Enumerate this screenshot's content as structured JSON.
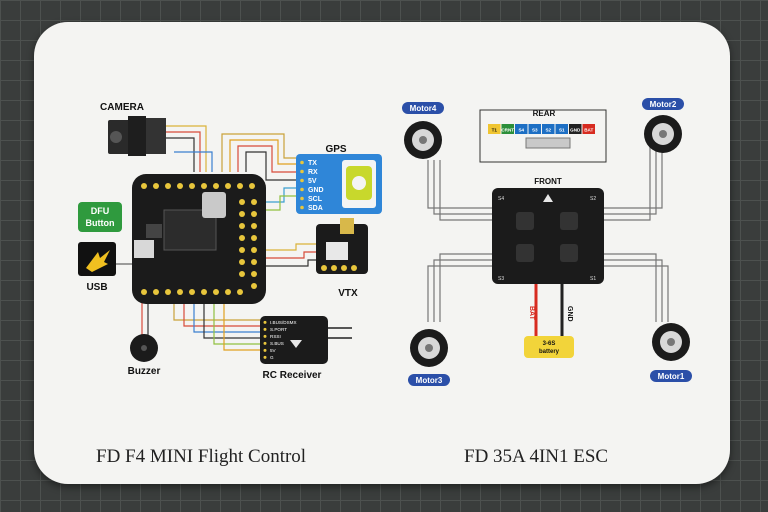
{
  "flight_controller": {
    "caption": "FD F4 MINI Flight Control",
    "camera_label": "CAMERA",
    "gps_label": "GPS",
    "gps_pins": [
      "TX",
      "RX",
      "5V",
      "GND",
      "SCL",
      "SDA"
    ],
    "dfu_button_label_line1": "DFU",
    "dfu_button_label_line2": "Button",
    "usb_label": "USB",
    "vtx_label": "VTX",
    "buzzer_label": "Buzzer",
    "rc_receiver_label": "RC Receiver",
    "rc_receiver_pins": [
      "I.BUS/DSMX",
      "S.PORT",
      "RSSI",
      "S.BUS",
      "5V",
      "G"
    ]
  },
  "esc": {
    "caption": "FD 35A 4IN1  ESC",
    "front_label": "FRONT",
    "rear_label": "REAR",
    "rear_pins": [
      {
        "label": "T1",
        "color": "#f0c531"
      },
      {
        "label": "CRNT",
        "color": "#2c8f3a"
      },
      {
        "label": "S4",
        "color": "#1d6fc4"
      },
      {
        "label": "S3",
        "color": "#1d6fc4"
      },
      {
        "label": "S2",
        "color": "#1d6fc4"
      },
      {
        "label": "S1",
        "color": "#1d6fc4"
      },
      {
        "label": "GND",
        "color": "#222222"
      },
      {
        "label": "BAT",
        "color": "#d72b20"
      }
    ],
    "motors": [
      "Motor4",
      "Motor2",
      "Motor3",
      "Motor1"
    ],
    "motor_label_color": "#2b4fa8",
    "pad_labels": [
      "S4",
      "S2",
      "S3",
      "S1"
    ],
    "bat_label": "BAT",
    "gnd_label": "GND",
    "battery_label_line1": "3-6S",
    "battery_label_line2": "battery",
    "battery_color": "#f2d43a"
  }
}
